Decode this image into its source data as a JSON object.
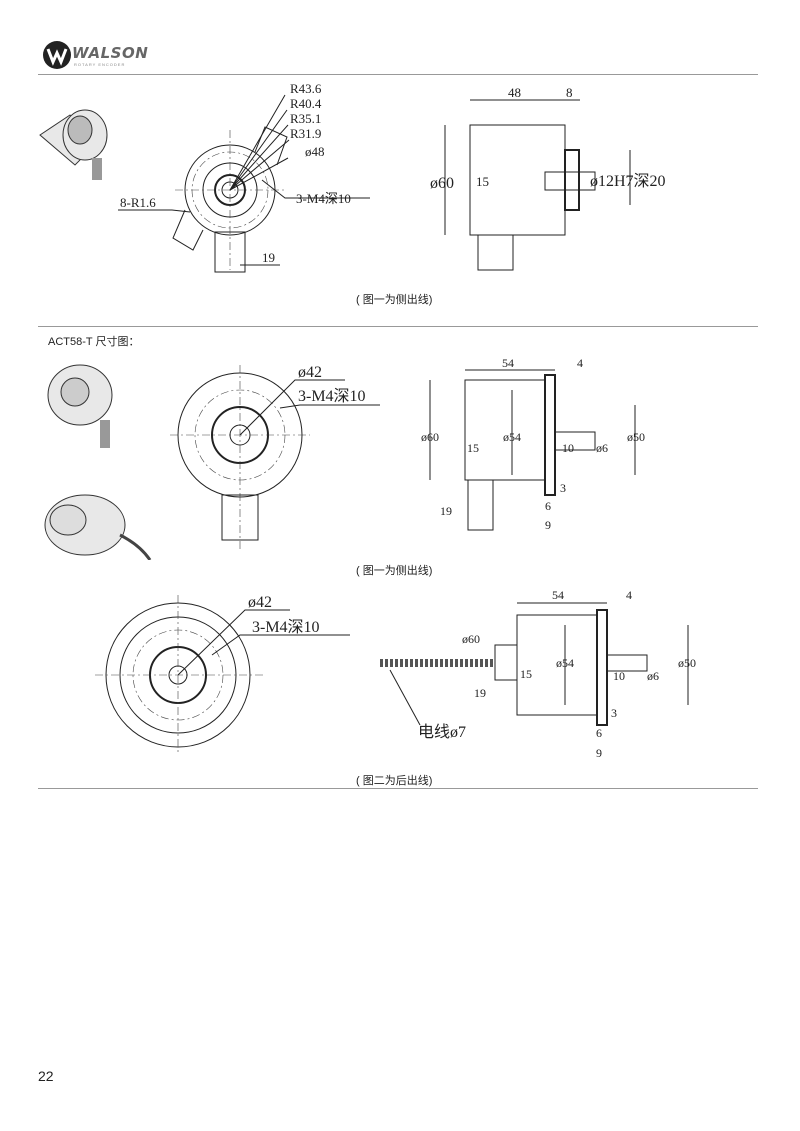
{
  "header": {
    "brand": "WALSON",
    "brand_sub": "ROTARY ENCODER"
  },
  "section1": {
    "front_labels": [
      "R43.6",
      "R40.4",
      "R35.1",
      "R31.9",
      "ø48",
      "3-M4深10",
      "8-R1.6",
      "19"
    ],
    "side_labels": [
      "48",
      "8",
      "ø60",
      "15",
      "ø12H7深20"
    ],
    "caption": "( 图一为侧出线)"
  },
  "section2": {
    "title": "ACT58-T 尺寸图：",
    "front_labels": [
      "ø42",
      "3-M4深10"
    ],
    "side_labels": [
      "54",
      "4",
      "ø60",
      "ø54",
      "15",
      "10",
      "ø6",
      "ø50",
      "19",
      "3",
      "6",
      "9"
    ],
    "caption": "( 图一为侧出线)"
  },
  "section3": {
    "front_labels": [
      "ø42",
      "3-M4深10"
    ],
    "side_labels": [
      "54",
      "4",
      "ø60",
      "ø54",
      "15",
      "19",
      "10",
      "ø6",
      "ø50",
      "3",
      "6",
      "9",
      "电线ø7"
    ],
    "caption": "( 图二为后出线)"
  },
  "footer": {
    "page_number": "22"
  }
}
